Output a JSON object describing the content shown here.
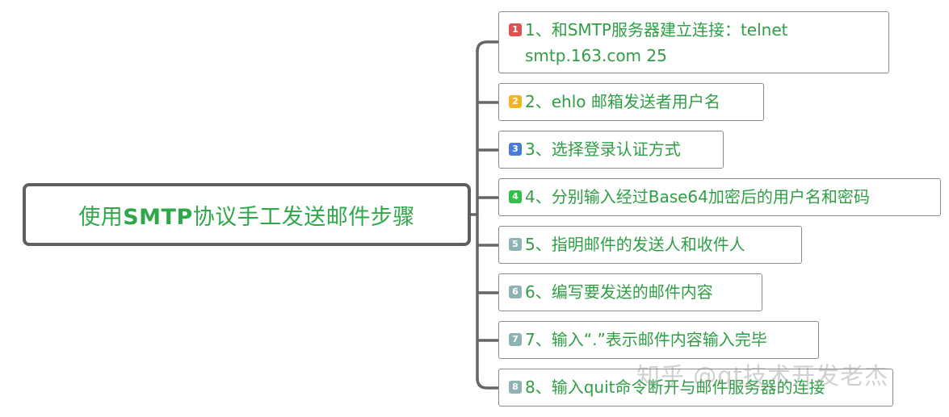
{
  "root": {
    "title_prefix": "使用",
    "title_bold": "SMTP",
    "title_suffix": "协议手工发送邮件步骤"
  },
  "steps": [
    {
      "badge": "1",
      "color": "#e05252",
      "text": "1、和SMTP服务器建立连接：telnet smtp.163.com 25"
    },
    {
      "badge": "2",
      "color": "#f0b429",
      "text": "2、ehlo 邮箱发送者用户名"
    },
    {
      "badge": "3",
      "color": "#4a7bd6",
      "text": "3、选择登录认证方式"
    },
    {
      "badge": "4",
      "color": "#2fbf4a",
      "text": "4、分别输入经过Base64加密后的用户名和密码"
    },
    {
      "badge": "5",
      "color": "#8fb3b5",
      "text": "5、指明邮件的发送人和收件人"
    },
    {
      "badge": "6",
      "color": "#8fb3b5",
      "text": "6、编写要发送的邮件内容"
    },
    {
      "badge": "7",
      "color": "#8fb3b5",
      "text": "7、输入“.”表示邮件内容输入完毕"
    },
    {
      "badge": "8",
      "color": "#8fb3b5",
      "text": "8、输入quit命令断开与邮件服务器的连接"
    }
  ],
  "watermark": "知乎 @qt技术开发老杰"
}
